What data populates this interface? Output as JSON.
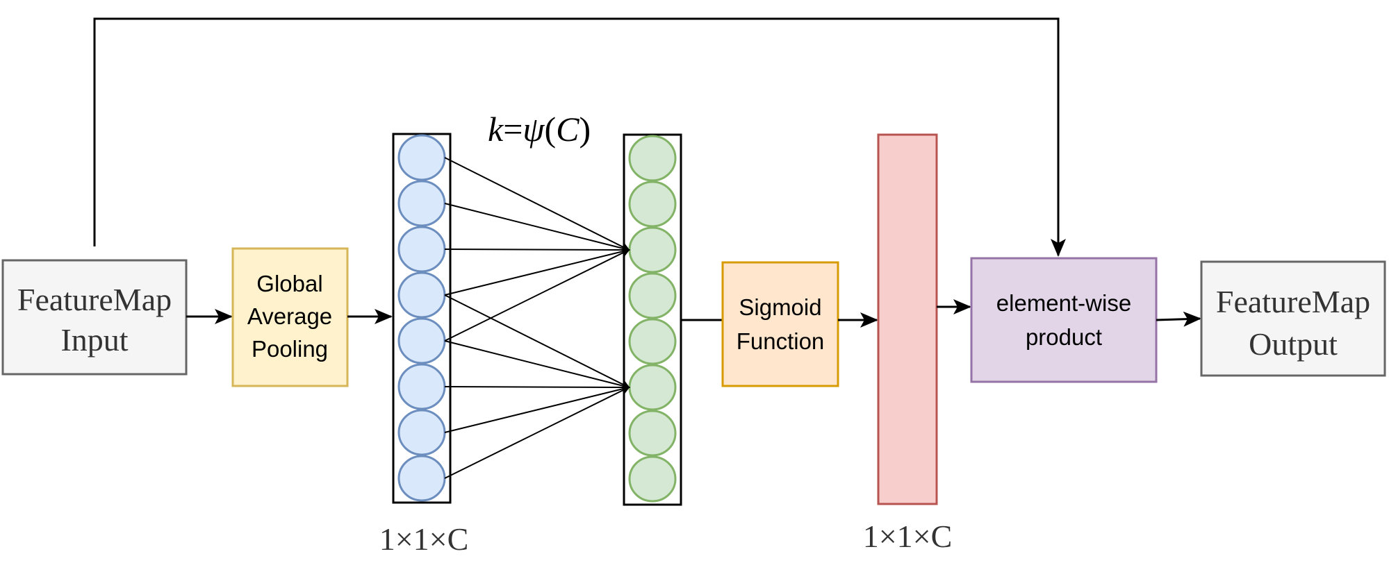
{
  "title": "ECA-style channel attention module",
  "colors": {
    "line": "#000000",
    "io_fill": "#f5f5f5",
    "io_stroke": "#666666",
    "io_text": "#333333",
    "gap_fill": "#fff2cc",
    "gap_stroke": "#d6b656",
    "blue_fill": "#dae8fc",
    "blue_stroke": "#6c8ebf",
    "green_fill": "#d5e8d4",
    "green_stroke": "#82b366",
    "sigmoid_fill": "#ffe6cc",
    "sigmoid_stroke": "#d79b00",
    "pink_fill": "#f8cecc",
    "pink_stroke": "#b85450",
    "purple_fill": "#e1d5e7",
    "purple_stroke": "#9673a6"
  },
  "nodes": {
    "input": {
      "lines": [
        "FeatureMap",
        "Input"
      ]
    },
    "gap": {
      "lines": [
        "Global",
        "Average",
        "Pooling"
      ]
    },
    "sigmoid": {
      "lines": [
        "Sigmoid",
        "Function"
      ]
    },
    "product": {
      "lines": [
        "element-wise",
        "product"
      ]
    },
    "output": {
      "lines": [
        "FeatureMap",
        "Output"
      ]
    }
  },
  "formula": {
    "k": "k",
    "eq": "=",
    "psi": "ψ",
    "open": "(",
    "c": "C",
    "close": ")"
  },
  "dim_labels": {
    "left": "1×1×C",
    "right": "1×1×C"
  },
  "neurons": {
    "input_count": 8,
    "output_count": 8,
    "connections": [
      {
        "from": [
          0,
          1,
          2,
          3,
          4
        ],
        "to": 2
      },
      {
        "from": [
          3,
          4,
          5,
          6,
          7
        ],
        "to": 5
      }
    ]
  }
}
